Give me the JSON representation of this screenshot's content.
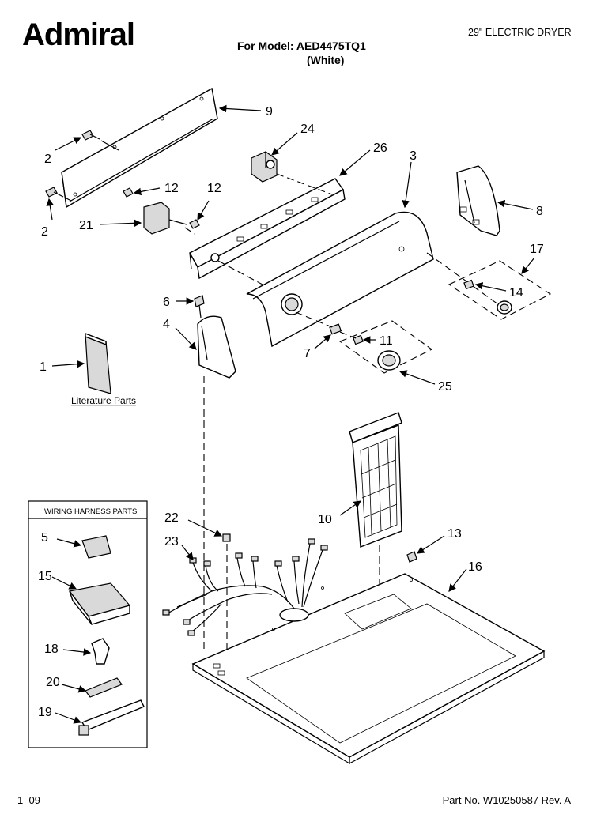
{
  "header": {
    "brand": "Admiral",
    "model_line": "For Model: AED4475TQ1",
    "color_line": "(White)",
    "product_type": "29\" ELECTRIC DRYER"
  },
  "footer": {
    "page": "1–09",
    "part_number": "Part No. W10250587 Rev. A"
  },
  "literature_label": "Literature Parts",
  "wiring_box_title": "WIRING HARNESS PARTS",
  "callouts": {
    "c9": "9",
    "c24": "24",
    "c26": "26",
    "c3": "3",
    "c2a": "2",
    "c2b": "2",
    "c12a": "12",
    "c12b": "12",
    "c21": "21",
    "c8": "8",
    "c17": "17",
    "c14": "14",
    "c6": "6",
    "c4": "4",
    "c7": "7",
    "c11": "11",
    "c25": "25",
    "c1": "1",
    "c10": "10",
    "c22": "22",
    "c23": "23",
    "c13": "13",
    "c16": "16",
    "c5": "5",
    "c15": "15",
    "c18": "18",
    "c20": "20",
    "c19": "19"
  }
}
